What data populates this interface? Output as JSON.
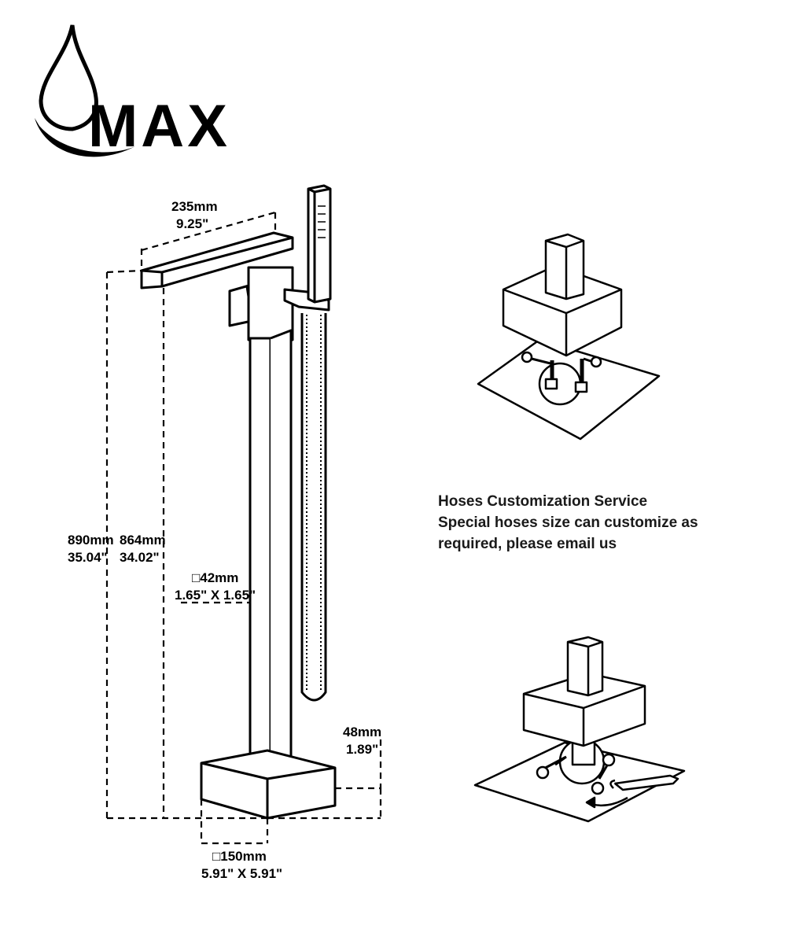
{
  "brand": {
    "name": "MAX"
  },
  "dimensions": {
    "spout_width_mm": "235mm",
    "spout_width_in": "9.25\"",
    "total_height_mm": "890mm",
    "total_height_in": "35.04\"",
    "spout_height_mm": "864mm",
    "spout_height_in": "34.02\"",
    "column_size_mm": "□42mm",
    "column_size_in": "1.65\" X 1.65\"",
    "base_height_mm": "48mm",
    "base_height_in": "1.89\"",
    "base_size_mm": "□150mm",
    "base_size_in": "5.91\" X 5.91\""
  },
  "info": {
    "heading": "Hoses Customization Service",
    "line1": "Special hoses size can customize as",
    "line2": "required, please email us"
  }
}
